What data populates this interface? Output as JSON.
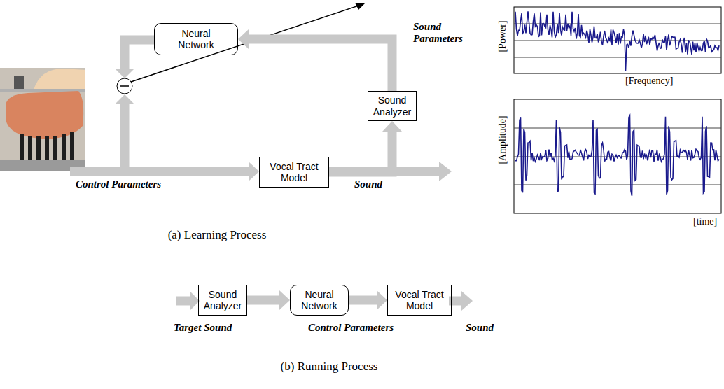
{
  "diagram": {
    "nodes": [
      {
        "text": [
          "Neural Network"
        ]
      },
      {
        "text": [
          "Sound Analyzer"
        ]
      },
      {
        "text": [
          "Vocal Tract Model"
        ]
      },
      {
        "text": [
          "Sound Analyzer"
        ]
      },
      {
        "text": [
          "Neural Network"
        ]
      },
      {
        "text": [
          "Vocal Tract Model"
        ]
      }
    ],
    "edges": [
      {
        "from": 2,
        "to": 1,
        "arrow": "to"
      },
      {
        "from": 1,
        "to": 0,
        "arrow": "to"
      },
      {
        "from": 3,
        "to": 4,
        "arrow": "to"
      },
      {
        "from": 4,
        "to": 5,
        "arrow": "to"
      }
    ],
    "labels": [
      "Sound Parameters",
      "Control Parameters",
      "Sound",
      "[Power]",
      "[Frequency]",
      "[Amplitude]",
      "[time]",
      "(a) Learning Process",
      "Target Sound",
      "Control Parameters",
      "Sound",
      "(b) Running Process"
    ]
  }
}
